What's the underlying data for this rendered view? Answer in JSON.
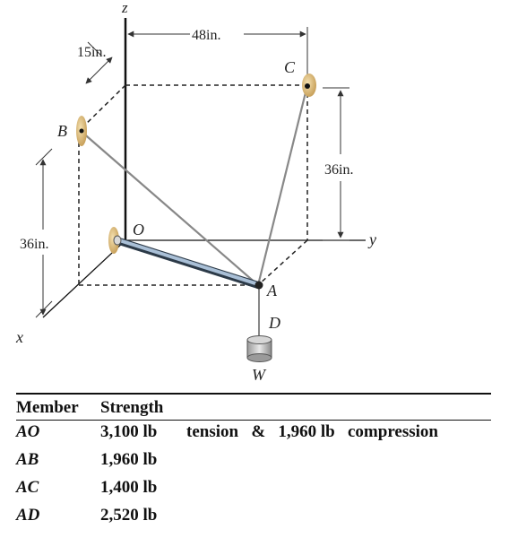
{
  "diagram": {
    "dims": {
      "top": "48in.",
      "left_top": "15in.",
      "right_vert": "36in.",
      "left_vert": "36in."
    },
    "axes": {
      "z": "z",
      "y": "y",
      "x": "x"
    },
    "points": {
      "B": "B",
      "C": "C",
      "O": "O",
      "A": "A",
      "D": "D",
      "W": "W"
    }
  },
  "table": {
    "headers": [
      "Member",
      "Strength"
    ],
    "rows": [
      {
        "member": "AO",
        "strength": "3,100 lb",
        "extra": "tension   &   1,960 lb   compression"
      },
      {
        "member": "AB",
        "strength": "1,960 lb",
        "extra": ""
      },
      {
        "member": "AC",
        "strength": "1,400 lb",
        "extra": ""
      },
      {
        "member": "AD",
        "strength": "2,520 lb",
        "extra": ""
      }
    ]
  }
}
